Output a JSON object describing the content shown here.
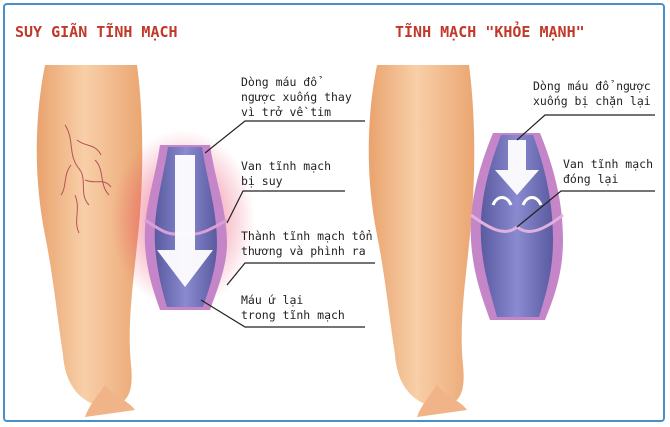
{
  "left_panel": {
    "title": "SUY GIÃN TĨNH MẠCH",
    "callouts": [
      "Dòng máu đổ\nngược xuống thay\nvì trở về tim",
      "Van tĩnh mạch\nbị suy",
      "Thành tĩnh mạch tổn\nthương và phình ra",
      "Máu ứ lại\ntrong tĩnh mạch"
    ]
  },
  "right_panel": {
    "title": "TĨNH MẠCH \"KHỎE MẠNH\"",
    "callouts": [
      "Dòng máu đổ ngược\nxuống bị chặn lại",
      "Van tĩnh mạch\nđóng lại"
    ]
  },
  "colors": {
    "title": "#c0392b",
    "border": "#4a90c8",
    "skin": "#f2b98a",
    "vein_wall": "#c486c8",
    "vein_inner": "#6f6fb4",
    "inflammation": "#e8365a"
  }
}
